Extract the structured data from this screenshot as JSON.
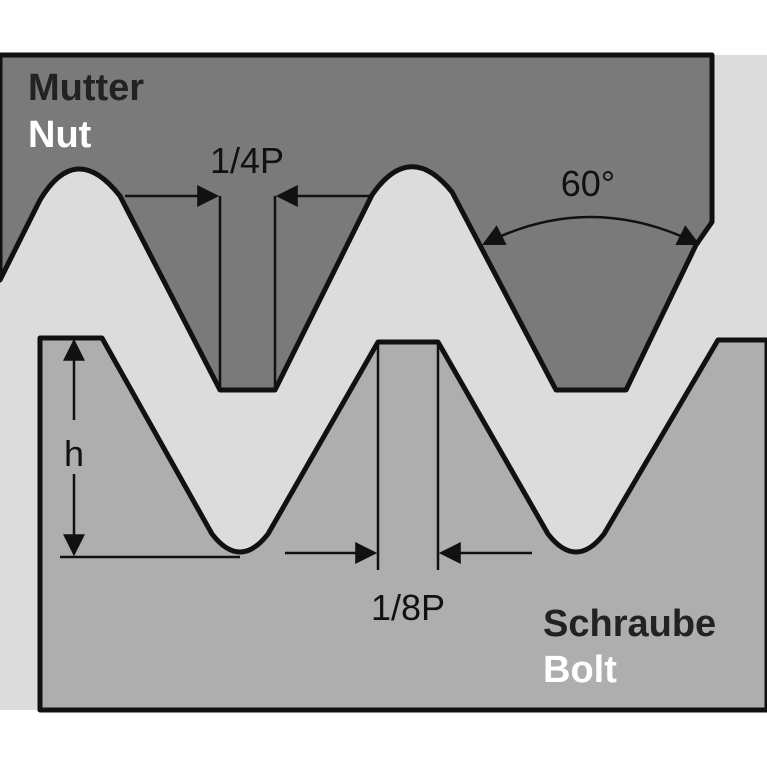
{
  "labels": {
    "nut_de": "Mutter",
    "nut_en": "Nut",
    "bolt_de": "Schraube",
    "bolt_en": "Bolt",
    "crest_flat": "1/4P",
    "root_flat": "1/8P",
    "angle": "60°",
    "height": "h"
  },
  "colors": {
    "background": "#ffffff",
    "gap": "#dcdcdc",
    "nut_fill": "#7a7a7a",
    "bolt_fill": "#aeaeae",
    "outline": "#111111",
    "label_dark": "#222222",
    "label_white": "#ffffff"
  }
}
